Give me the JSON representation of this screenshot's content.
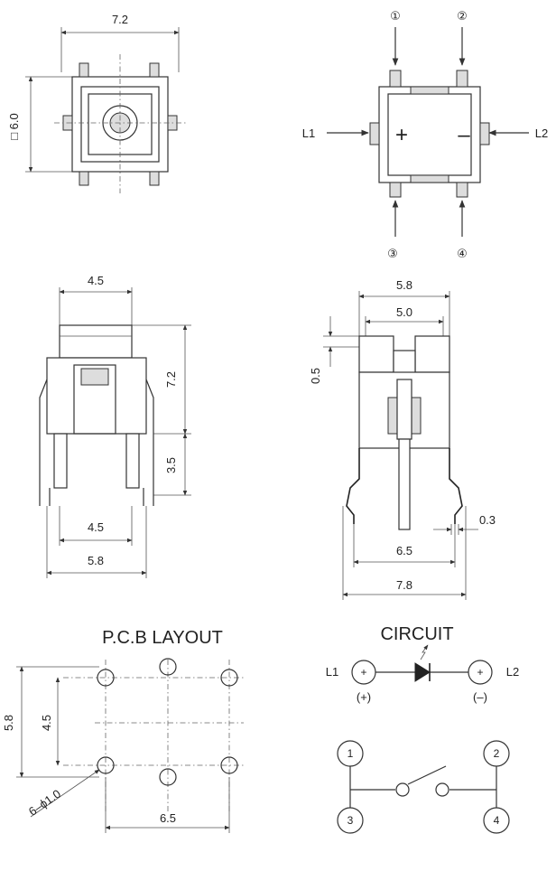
{
  "top_view": {
    "width_dim": "7.2",
    "height_dim": "□ 6.0"
  },
  "bottom_view": {
    "pins": [
      "①",
      "②",
      "③",
      "④"
    ],
    "label_left": "L1",
    "label_right": "L2",
    "sign_plus": "+",
    "sign_minus": "–"
  },
  "front_view": {
    "top_width": "4.5",
    "height_upper": "7.2",
    "height_lower": "3.5",
    "pin_span": "4.5",
    "body_width": "5.8"
  },
  "side_view": {
    "outer_width": "5.8",
    "inner_width": "5.0",
    "cap_height": "0.5",
    "pin_thickness": "0.3",
    "pin_span": "6.5",
    "total_width": "7.8"
  },
  "pcb_layout": {
    "title": "P.C.B LAYOUT",
    "height_outer": "5.8",
    "height_inner": "4.5",
    "hole_spec": "6–ϕ1.0",
    "width": "6.5"
  },
  "circuit": {
    "title": "CIRCUIT",
    "l1": "L1",
    "l2": "L2",
    "plus": "(+)",
    "minus": "(–)",
    "node_plus": "+",
    "node_minus": "+",
    "switch_pins": [
      "1",
      "2",
      "3",
      "4"
    ]
  }
}
